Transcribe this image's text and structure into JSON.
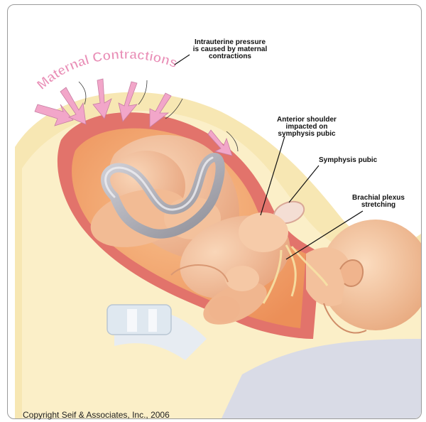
{
  "heading": "Maternal Contractions",
  "labels": {
    "intrauterine_line1": "Intrauterine pressure",
    "intrauterine_line2": "is caused by maternal",
    "intrauterine_line3": "contractions",
    "anterior_line1": "Anterior shoulder",
    "anterior_line2": "impacted on",
    "anterior_line3": "symphysis pubic",
    "symphysis": "Symphysis pubic",
    "brachial_line1": "Brachial plexus",
    "brachial_line2": "stretching"
  },
  "copyright": "Copyright Seif & Associates, Inc., 2006",
  "colors": {
    "heading_pink": "#e98fb7",
    "arrow_pink": "#f2a6c9",
    "uterus_red": "#e2736b",
    "amniotic_orange": "#f1a165",
    "skin": "#f4c39f",
    "outer_yellow": "#f7e7b3",
    "cord_gray": "#a9a9b0"
  }
}
